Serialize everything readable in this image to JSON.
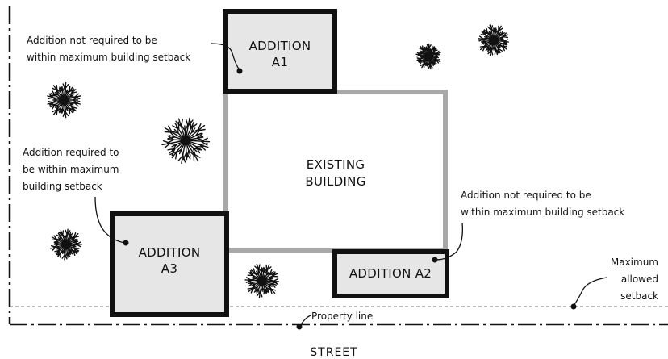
{
  "existing_building": {
    "line1": "EXISTING",
    "line2": "BUILDING"
  },
  "additions": {
    "a1": {
      "line1": "ADDITION",
      "line2": "A1"
    },
    "a2": {
      "line1": "ADDITION A2"
    },
    "a3": {
      "line1": "ADDITION",
      "line2": "A3"
    }
  },
  "annotations": {
    "a1_note": {
      "line1": "Addition not required to be",
      "line2": "within maximum building setback"
    },
    "a2_note": {
      "line1": "Addition not required to be",
      "line2": "within maximum building setback"
    },
    "a3_note": {
      "line1": "Addition required to",
      "line2": "be within maximum",
      "line3": "building setback"
    },
    "setback_note": {
      "line1": "Maximum",
      "line2": "allowed",
      "line3": "setback"
    },
    "property_line": "Property line"
  },
  "street_label": "STREET",
  "colors": {
    "addition_fill": "#e6e6e6",
    "existing_outline": "#a8a8a8",
    "ink": "#111111"
  }
}
